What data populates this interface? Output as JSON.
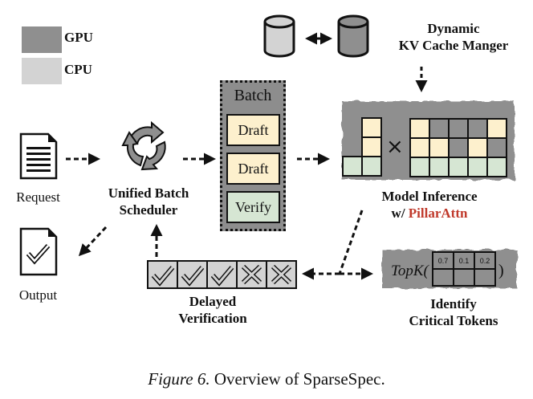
{
  "legend": [
    {
      "label": "GPU",
      "color": "#8f8f8f"
    },
    {
      "label": "CPU",
      "color": "#d3d3d3"
    }
  ],
  "kv_cache": {
    "title_line1": "Dynamic",
    "title_line2": "KV Cache Manger",
    "cpu_cylinder_color": "#d3d3d3",
    "gpu_cylinder_color": "#8f8f8f"
  },
  "request": {
    "label": "Request",
    "icon": "document-lines-icon"
  },
  "output": {
    "label": "Output",
    "icon": "document-check-icon"
  },
  "scheduler": {
    "line1": "Unified Batch",
    "line2": "Scheduler",
    "icon": "cycle-arrows-icon"
  },
  "batch": {
    "title": "Batch",
    "items": [
      {
        "label": "Draft",
        "kind": "draft"
      },
      {
        "label": "Draft",
        "kind": "draft"
      },
      {
        "label": "Verify",
        "kind": "verify"
      }
    ]
  },
  "model_inference": {
    "line1": "Model Inference",
    "line2_prefix": "w/ ",
    "line2_highlight": "PillarAttn",
    "highlight_color": "#c0392b",
    "operator": "×",
    "left_matrix": [
      [
        "empty",
        "draft"
      ],
      [
        "empty",
        "draft"
      ],
      [
        "verify",
        "verify"
      ]
    ],
    "right_matrix": [
      [
        "draft",
        "gpu",
        "gpu",
        "gpu",
        "draft"
      ],
      [
        "draft",
        "draft",
        "gpu",
        "draft",
        "gpu"
      ],
      [
        "verify",
        "verify",
        "verify",
        "verify",
        "verify"
      ]
    ]
  },
  "delayed_verification": {
    "line1": "Delayed",
    "line2": "Verification",
    "cells": [
      "check",
      "check",
      "check",
      "cross",
      "cross"
    ]
  },
  "critical_tokens": {
    "function_open": "TopK(",
    "function_close": ")",
    "scores": [
      "0.7",
      "0.1",
      "0.2"
    ],
    "line1": "Identify",
    "line2": "Critical Tokens"
  },
  "colors": {
    "gpu": "#8f8f8f",
    "cpu": "#d3d3d3",
    "draft": "#fdf0cd",
    "verify": "#d6e6d3"
  },
  "caption": {
    "label": "Figure 6.",
    "text": " Overview of SparseSpec."
  }
}
